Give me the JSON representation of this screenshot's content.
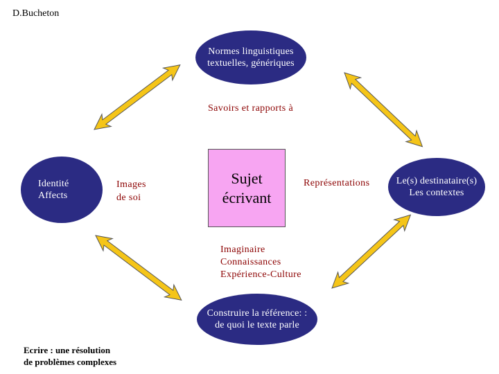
{
  "author": "D.Bucheton",
  "top_node": {
    "line1": "Normes linguistiques",
    "line2": "textuelles, génériques"
  },
  "savoirs": "Savoirs et rapports à",
  "left_node": {
    "line1": "Identité",
    "line2": "Affects"
  },
  "images": {
    "line1": "Images",
    "line2": "de soi"
  },
  "center": {
    "line1": "Sujet",
    "line2": "écrivant"
  },
  "representations": "Représentations",
  "right_node": {
    "line1": "Le(s) destinataire(s)",
    "line2": "Les contextes"
  },
  "culture": {
    "line1": "Imaginaire",
    "line2": "Connaissances",
    "line3": "Expérience-Culture"
  },
  "bottom_node": {
    "line1": "Construire la référence: :",
    "line2": "de quoi le texte parle"
  },
  "footer": {
    "line1": "Ecrire : une résolution",
    "line2": "de problèmes complexes"
  },
  "colors": {
    "ellipse": "#2b2b83",
    "center_box": "#f7a5f2",
    "arrow_fill": "#f5c518",
    "red_text": "#8b0000"
  }
}
